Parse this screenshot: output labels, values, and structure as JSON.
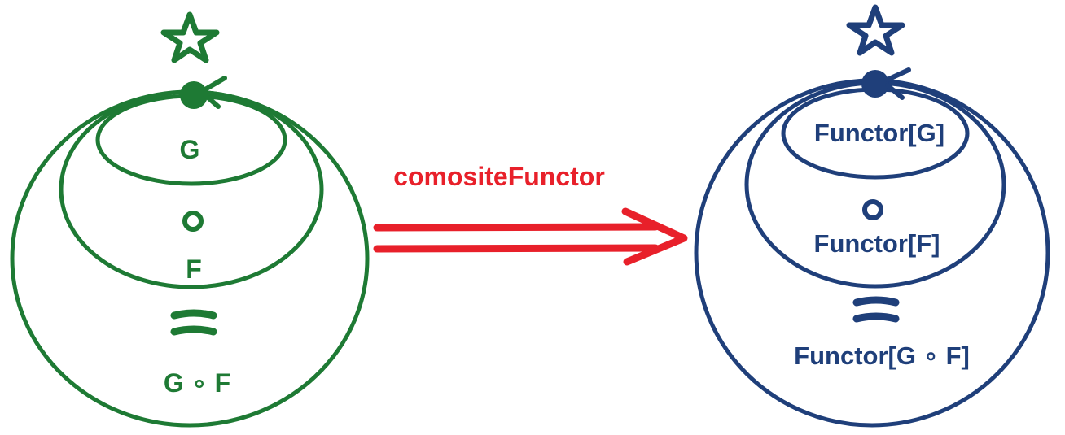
{
  "colors": {
    "left": "#1e7a34",
    "right": "#1f3f7a",
    "arrow": "#e8202a",
    "background": "#ffffff"
  },
  "left_diagram": {
    "inner_label": "G",
    "middle_label": "F",
    "outer_label": "G ∘ F",
    "compose_symbol": "∘",
    "equals_symbol": "=",
    "top_icon": "star-icon",
    "point_icon": "filled-dot-icon"
  },
  "arrow": {
    "label": "comositeFunctor",
    "icon": "double-arrow-icon"
  },
  "right_diagram": {
    "inner_label": "Functor[G]",
    "middle_label": "Functor[F]",
    "outer_label": "Functor[G ∘ F]",
    "compose_symbol": "∘",
    "equals_symbol": "=",
    "top_icon": "star-icon",
    "point_icon": "filled-dot-icon"
  }
}
